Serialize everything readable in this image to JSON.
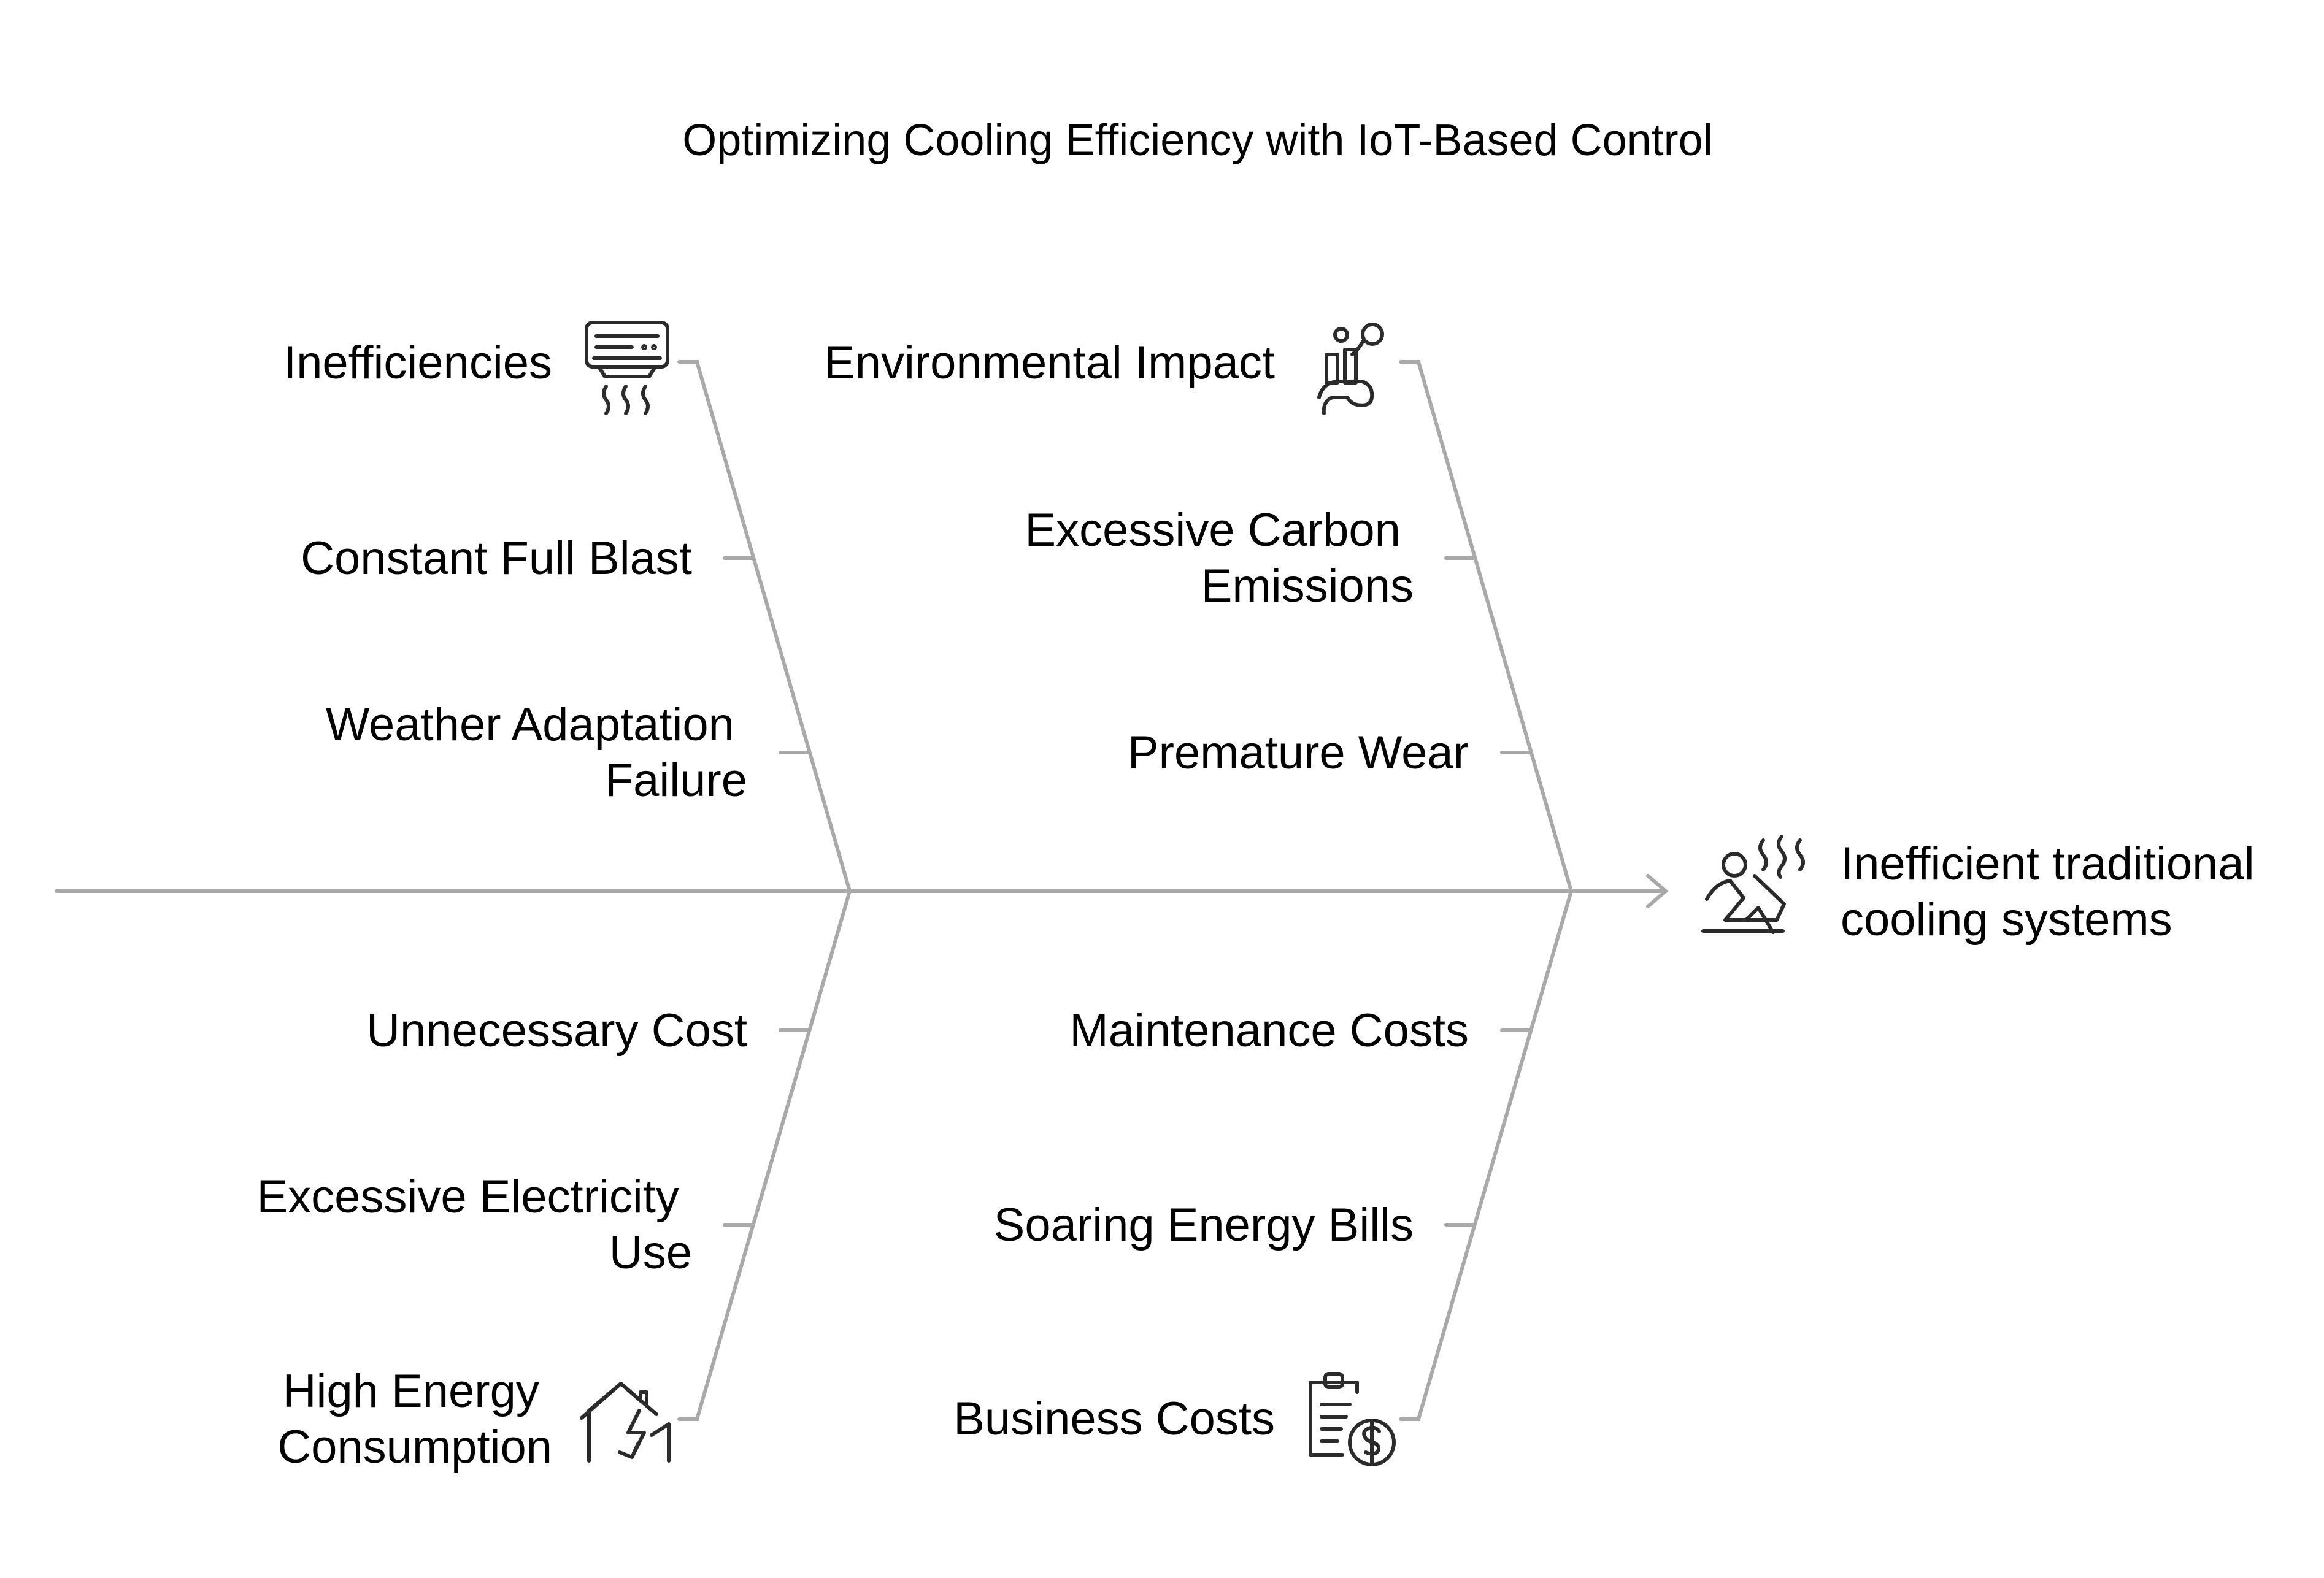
{
  "title": "Optimizing Cooling Efficiency with IoT-Based Control",
  "effect": {
    "lines": [
      "Inefficient traditional",
      "cooling systems"
    ],
    "icon": "overheated-person-icon"
  },
  "categories": {
    "inefficiencies": {
      "label": "Inefficiencies",
      "icon": "air-conditioner-icon",
      "causes": [
        {
          "lines": [
            "Constant Full Blast"
          ]
        },
        {
          "lines": [
            "Weather Adaptation",
            "Failure"
          ]
        }
      ]
    },
    "environmental_impact": {
      "label": "Environmental Impact",
      "icon": "factory-pollution-icon",
      "causes": [
        {
          "lines": [
            "Excessive Carbon",
            "Emissions"
          ]
        },
        {
          "lines": [
            "Premature Wear"
          ]
        }
      ]
    },
    "high_energy_consumption": {
      "lines": [
        "High Energy",
        "Consumption"
      ],
      "icon": "house-lightning-icon",
      "causes": [
        {
          "lines": [
            "Unnecessary Cost"
          ]
        },
        {
          "lines": [
            "Excessive Electricity",
            "Use"
          ]
        }
      ]
    },
    "business_costs": {
      "label": "Business Costs",
      "icon": "invoice-dollar-icon",
      "causes": [
        {
          "lines": [
            "Maintenance Costs"
          ]
        },
        {
          "lines": [
            "Soaring Energy Bills"
          ]
        }
      ]
    }
  }
}
